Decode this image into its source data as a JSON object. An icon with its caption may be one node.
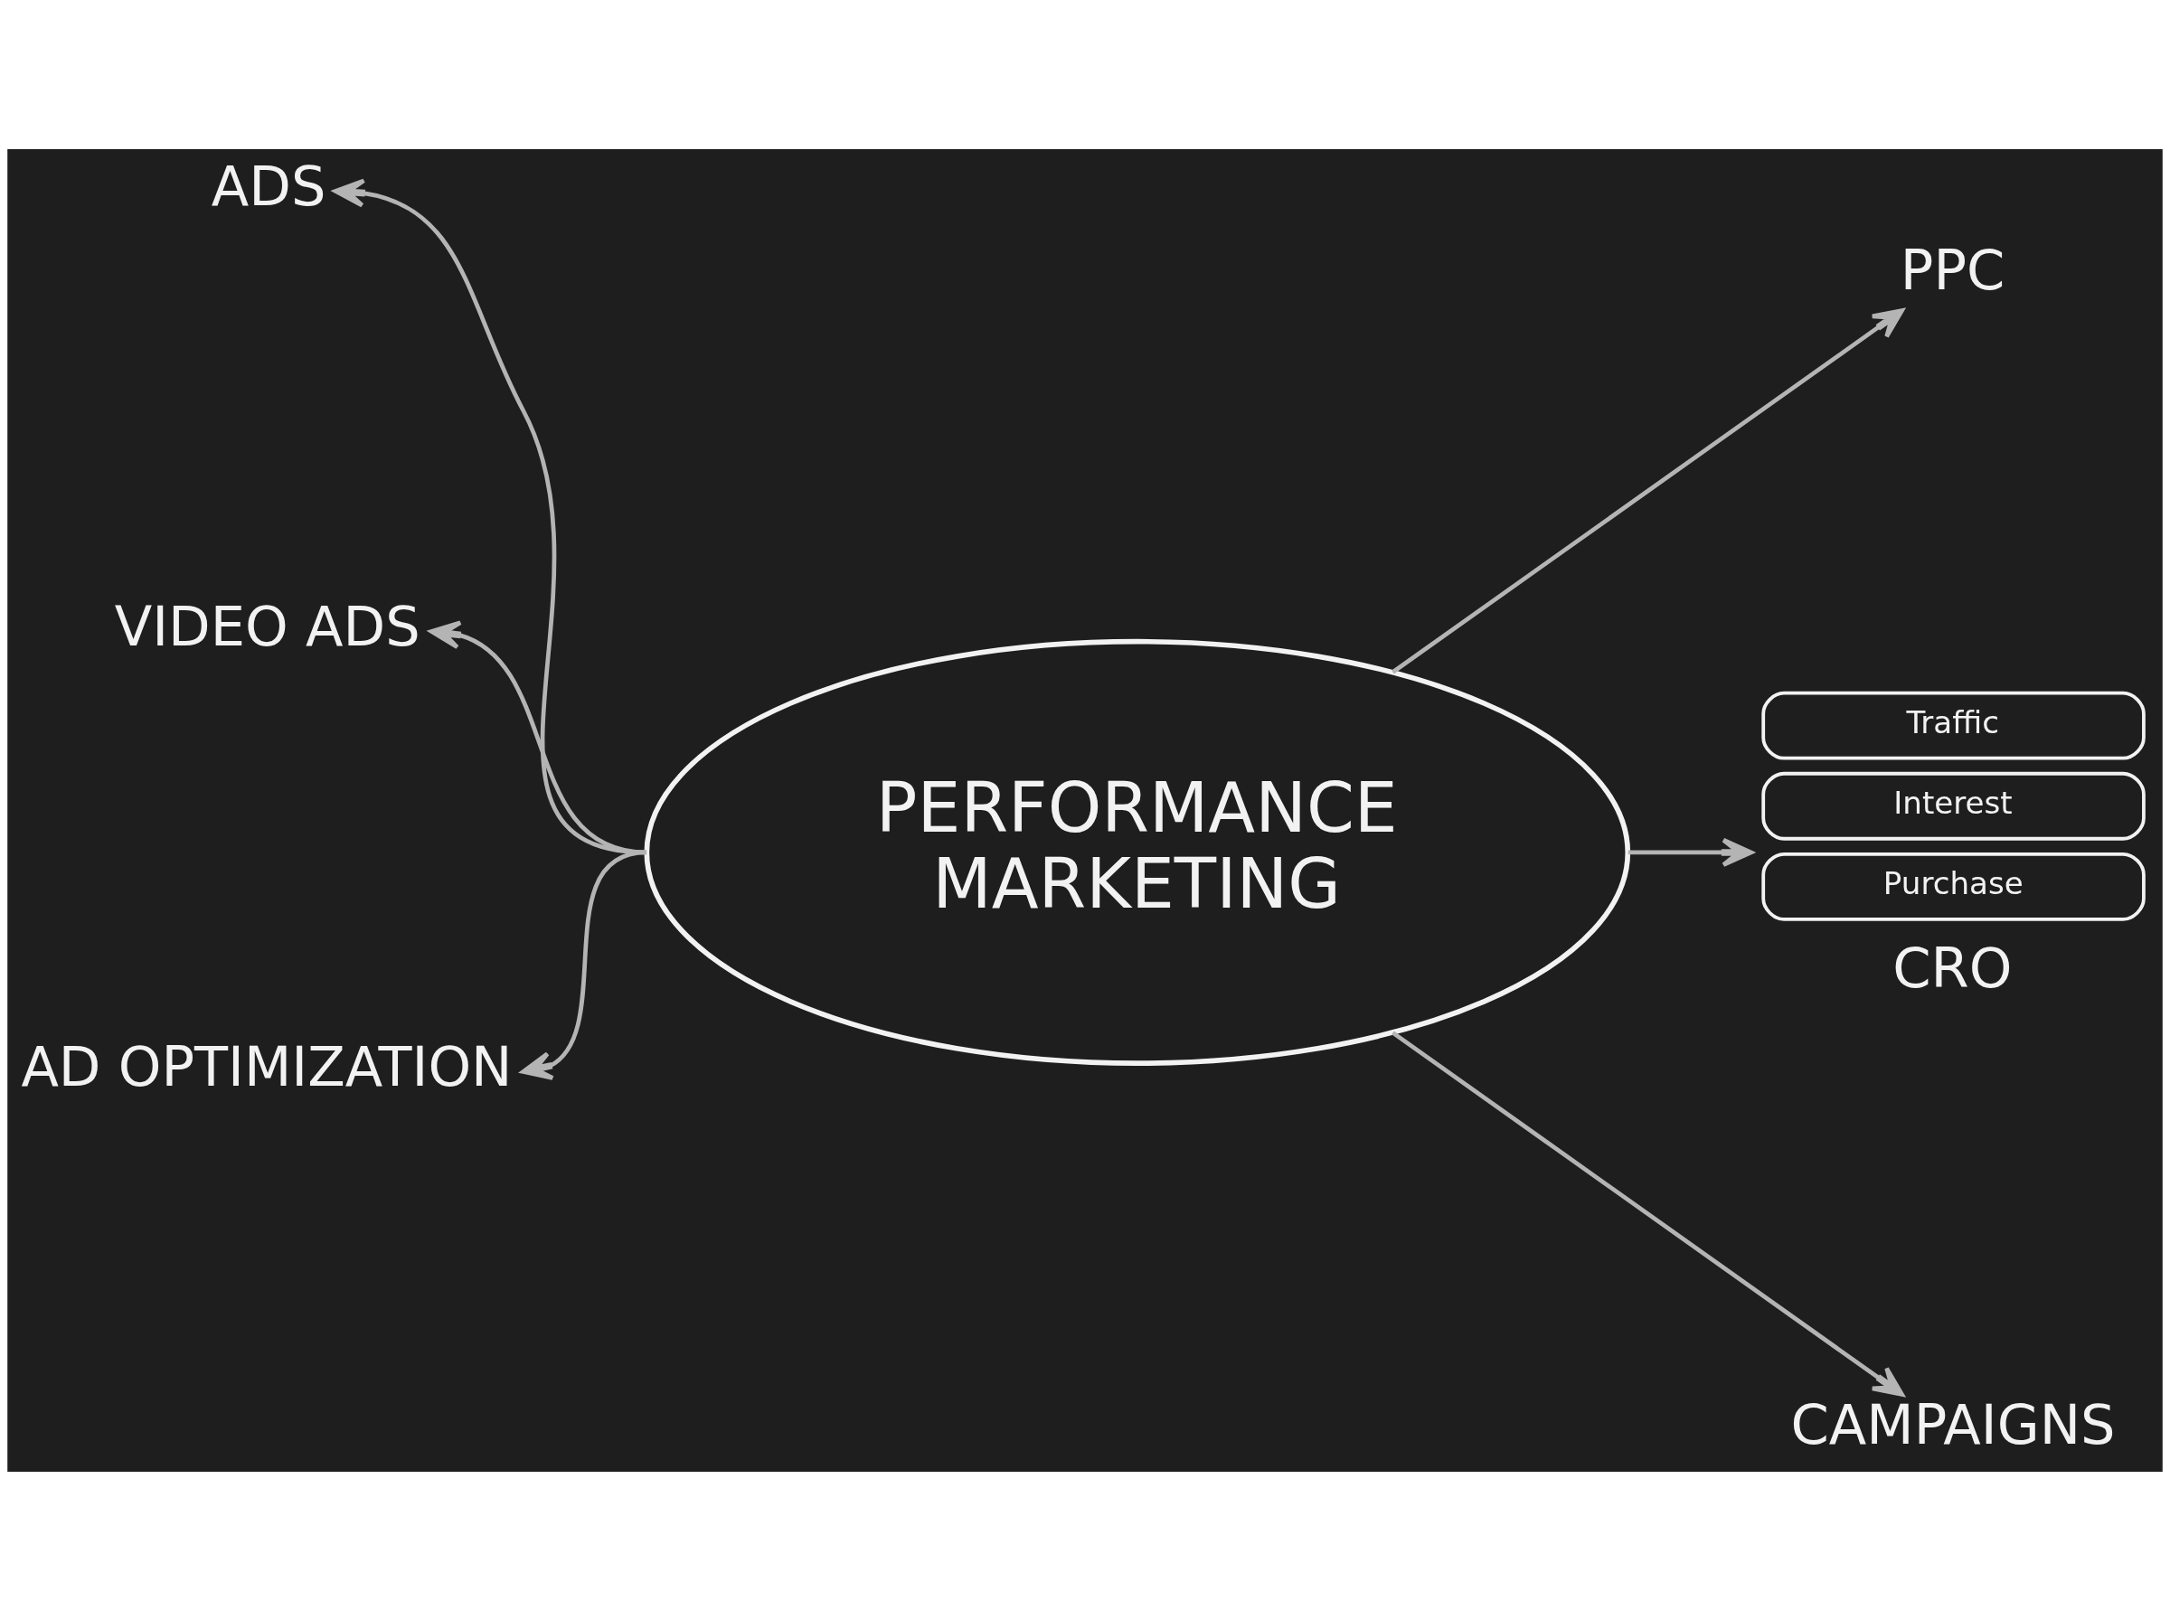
{
  "diagram": {
    "nodes": [
      {
        "text": [
          "ADS"
        ]
      },
      {
        "text": [
          "PPC"
        ]
      },
      {
        "text": [
          "PERFORMANCE MARKETING"
        ]
      },
      {
        "text": [
          "VIDEO ADS"
        ]
      },
      {
        "text": [
          "Traffic",
          "Interest",
          "Purchase",
          "CRO"
        ]
      },
      {
        "text": [
          "AD OPTIMIZATION"
        ]
      },
      {
        "text": [
          "CAMPAIGNS"
        ]
      }
    ],
    "edges": [
      {
        "from": 2,
        "to": 0,
        "arrow": "to"
      },
      {
        "from": 2,
        "to": 1,
        "arrow": "to"
      },
      {
        "from": 2,
        "to": 3,
        "arrow": "to"
      },
      {
        "from": 2,
        "to": 4,
        "arrow": "to"
      },
      {
        "from": 2,
        "to": 5,
        "arrow": "to"
      },
      {
        "from": 2,
        "to": 6,
        "arrow": "to"
      }
    ]
  }
}
